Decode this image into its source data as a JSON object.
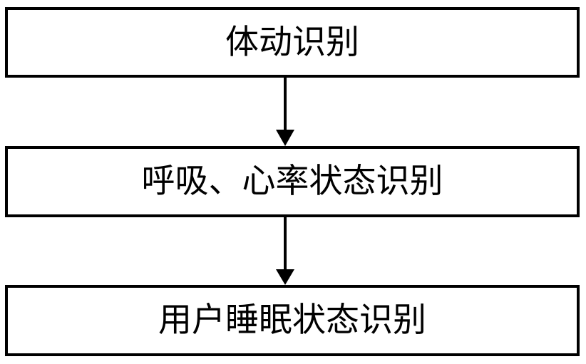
{
  "diagram": {
    "type": "flowchart",
    "orientation": "vertical",
    "background_color": "#ffffff",
    "line_color": "#000000",
    "nodes": [
      {
        "id": "node-1",
        "label": "体动识别",
        "shape": "rectangle"
      },
      {
        "id": "node-2",
        "label": "呼吸、心率状态识别",
        "shape": "rectangle"
      },
      {
        "id": "node-3",
        "label": "用户睡眠状态识别",
        "shape": "rectangle"
      }
    ],
    "edges": [
      {
        "id": "edge-1",
        "from": "node-1",
        "to": "node-2",
        "style": "solid-arrow-down"
      },
      {
        "id": "edge-2",
        "from": "node-2",
        "to": "node-3",
        "style": "solid-arrow-down"
      }
    ]
  }
}
